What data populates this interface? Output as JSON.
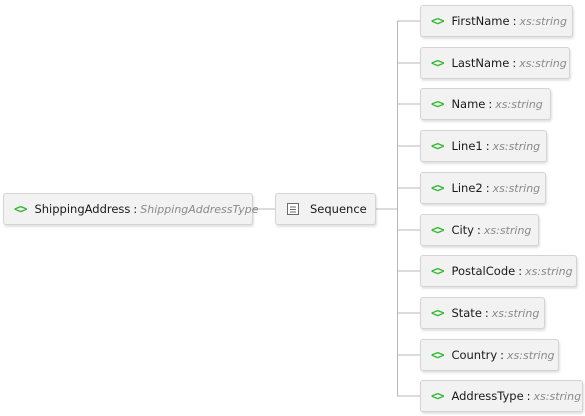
{
  "root": {
    "icon": "element-icon",
    "name": "ShippingAddress",
    "separator": ":",
    "type": "ShippingAddressType"
  },
  "sequence": {
    "icon": "sequence-icon",
    "label": "Sequence"
  },
  "children": [
    {
      "name": "FirstName",
      "separator": ":",
      "type": "xs:string"
    },
    {
      "name": "LastName",
      "separator": ":",
      "type": "xs:string"
    },
    {
      "name": "Name",
      "separator": ":",
      "type": "xs:string"
    },
    {
      "name": "Line1",
      "separator": ":",
      "type": "xs:string"
    },
    {
      "name": "Line2",
      "separator": ":",
      "type": "xs:string"
    },
    {
      "name": "City",
      "separator": ":",
      "type": "xs:string"
    },
    {
      "name": "PostalCode",
      "separator": ":",
      "type": "xs:string"
    },
    {
      "name": "State",
      "separator": ":",
      "type": "xs:string"
    },
    {
      "name": "Country",
      "separator": ":",
      "type": "xs:string"
    },
    {
      "name": "AddressType",
      "separator": ":",
      "type": "xs:string"
    }
  ],
  "element_icon_glyph": "<>",
  "colors": {
    "element_icon": "#2db82d",
    "type_text": "#8a8a8a",
    "connector": "#b8b8b8",
    "node_bg": "#f2f2f2",
    "node_border": "#d4d4d4"
  }
}
